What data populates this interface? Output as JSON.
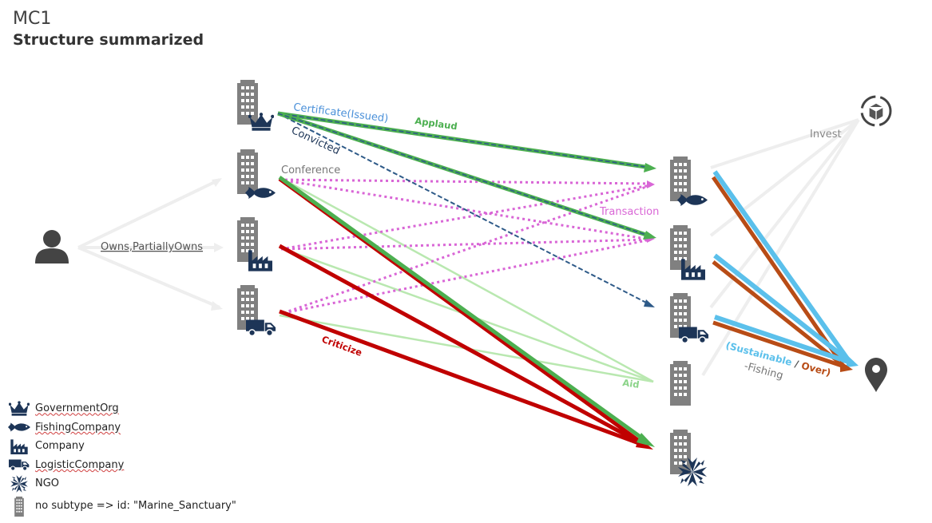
{
  "header": {
    "title": "MC1",
    "subtitle": "Structure summarized"
  },
  "colors": {
    "building": "#808080",
    "navy": "#1d3557",
    "person": "#444444",
    "owns": "#eeeeee",
    "applaud": "#4caf50",
    "convicted": "#2e5a88",
    "certificate": "#4a90d9",
    "conference": "#d966d6",
    "criticize": "#c00000",
    "aid": "#b9e8b0",
    "invest": "#eeeeee",
    "sustainable": "#5bc0eb",
    "over": "#b84c16"
  },
  "edge_labels": {
    "owns": "Owns,PartiallyOwns",
    "certificate": "Certificate(Issued)",
    "applaud": "Applaud",
    "convicted": "Convicted",
    "conference": "Conference",
    "transaction": "Transaction",
    "criticize": "Criticize",
    "aid": "Aid",
    "invest": "Invest",
    "fishing_open": "(",
    "fishing_sustainable": "Sustainable",
    "fishing_slash": " / ",
    "fishing_over": "Over",
    "fishing_close": ")",
    "fishing_suffix": "-Fishing"
  },
  "legend": [
    {
      "icon": "crown-icon",
      "label": "GovernmentOrg"
    },
    {
      "icon": "fish-icon",
      "label": "FishingCompany"
    },
    {
      "icon": "factory-icon",
      "label": "Company"
    },
    {
      "icon": "truck-icon",
      "label": "LogisticCompany"
    },
    {
      "icon": "ngo-icon",
      "label": "NGO"
    },
    {
      "icon": "building-icon",
      "label": "no subtype => id: \"Marine_Sanctuary\""
    }
  ]
}
